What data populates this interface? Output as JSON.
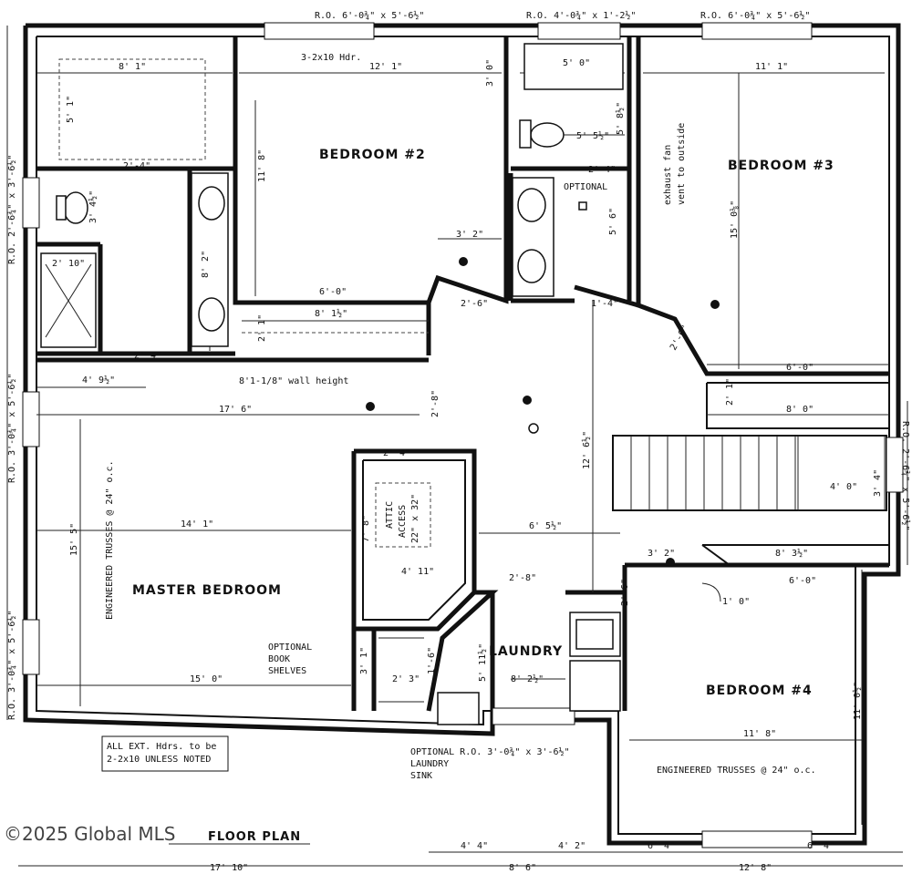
{
  "rooms": {
    "bedroom2": "BEDROOM #2",
    "bedroom3": "BEDROOM #3",
    "bedroom4": "BEDROOM #4",
    "master": "MASTER BEDROOM",
    "laundry": "LAUNDRY"
  },
  "top_windows": {
    "left": "R.O. 6'-0¾\" x 5'-6½\"",
    "center": "R.O. 4'-0¾\" x 1'-2½\"",
    "right": "R.O. 6'-0¾\" x 5'-6½\""
  },
  "side_windows": {
    "left_top": "R.O. 2'-6¾\" x 3'-6½\"",
    "left_middle": "R.O. 3'-0¾\" x 5'-6½\"",
    "left_bottom": "R.O. 3'-0¾\" x 5'-6½\"",
    "right": "R.O. 2'-6¾\" x 5'-6½\""
  },
  "notes": {
    "header": "3-2x10 Hdr.",
    "wall_height": "8'1-1/8\" wall height",
    "optional_bath": "OPTIONAL",
    "exhaust_1": "exhaust fan",
    "exhaust_2": "vent to outside",
    "trusses_vertical": "ENGINEERED TRUSSES @ 24\" o.c.",
    "trusses_horizontal": "ENGINEERED TRUSSES @ 24\" o.c.",
    "attic_1": "ATTIC",
    "attic_2": "ACCESS",
    "attic_3": "22\" x 32\"",
    "shelves_1": "OPTIONAL",
    "shelves_2": "BOOK",
    "shelves_3": "SHELVES",
    "ext_hdr_1": "ALL EXT. Hdrs. to be",
    "ext_hdr_2": "2-2x10 UNLESS NOTED",
    "laundry_sink_1": "OPTIONAL R.O. 3'-0¾\" x 3'-6½\"",
    "laundry_sink_2": "LAUNDRY",
    "laundry_sink_3": "SINK",
    "floor_plan": "FLOOR PLAN"
  },
  "watermark": "©2025 Global MLS",
  "dimensions": {
    "d_8_1": "8' 1\"",
    "d_5_1": "5' 1\"",
    "d_12_1": "12' 1\"",
    "d_3_0": "3' 0\"",
    "d_5_0": "5' 0\"",
    "d_11_1": "11' 1\"",
    "d_5_5h": "5' 5½\"",
    "d_5_8h": "5' 8½\"",
    "d_11_8": "11' 8\"",
    "d_2_4a": "2'-4\"",
    "d_2_4b": "2'-4\"",
    "d_2_4c": "2'-4\"",
    "d_3_4h": "3' 4½\"",
    "d_2_10": "2' 10\"",
    "d_8_2": "8' 2\"",
    "d_5_6": "5' 6\"",
    "d_3_2a": "3' 2\"",
    "d_15_0": "15' 0⅛\"",
    "d_6_0a": "6'-0\"",
    "d_2_6a": "2'-6\"",
    "d_8_1h": "8' 1½\"",
    "d_2_1a": "2' 1\"",
    "d_4_9h": "4' 9½\"",
    "d_17_6": "17' 6\"",
    "d_6_0b": "6'-0\"",
    "d_8_0": "8' 0\"",
    "d_2_1b": "2' 1\"",
    "d_2_8a": "2'-8\"",
    "d_2_4d": "2'-4\"",
    "d_12_6h": "12' 6½\"",
    "d_4_0": "4' 0\"",
    "d_3_4": "3' 4\"",
    "d_15_5": "15' 5\"",
    "d_14_1": "14' 1\"",
    "d_7_8": "7' 8\"",
    "d_6_5h": "6' 5½\"",
    "d_3_2b": "3' 2\"",
    "d_8_3h": "8' 3½\"",
    "d_6_0c": "6'-0\"",
    "d_4_11": "4' 11\"",
    "d_2_8b": "2'-8\"",
    "d_1_0": "1' 0\"",
    "d_1_6": "1'-6\"",
    "d_3_1": "3' 1\"",
    "d_2_3": "2' 3\"",
    "d_5_11h": "5' 11½\"",
    "d_8_2h": "8' 2½\"",
    "d_15_0b": "15' 0\"",
    "d_11_0h": "11' 0½\"",
    "d_11_8b": "11' 8\"",
    "d_4_4": "4' 4\"",
    "d_4_2": "4' 2\"",
    "d_6_4a": "6' 4\"",
    "d_6_4b": "6' 4\"",
    "d_17_10": "17' 10\"",
    "d_8_6": "8' 6\"",
    "d_12_8": "12' 8\"",
    "d_2_6b": "2'-6\"",
    "d_1_4": "1'-4\"",
    "d_2_6c": "2'-6\""
  }
}
